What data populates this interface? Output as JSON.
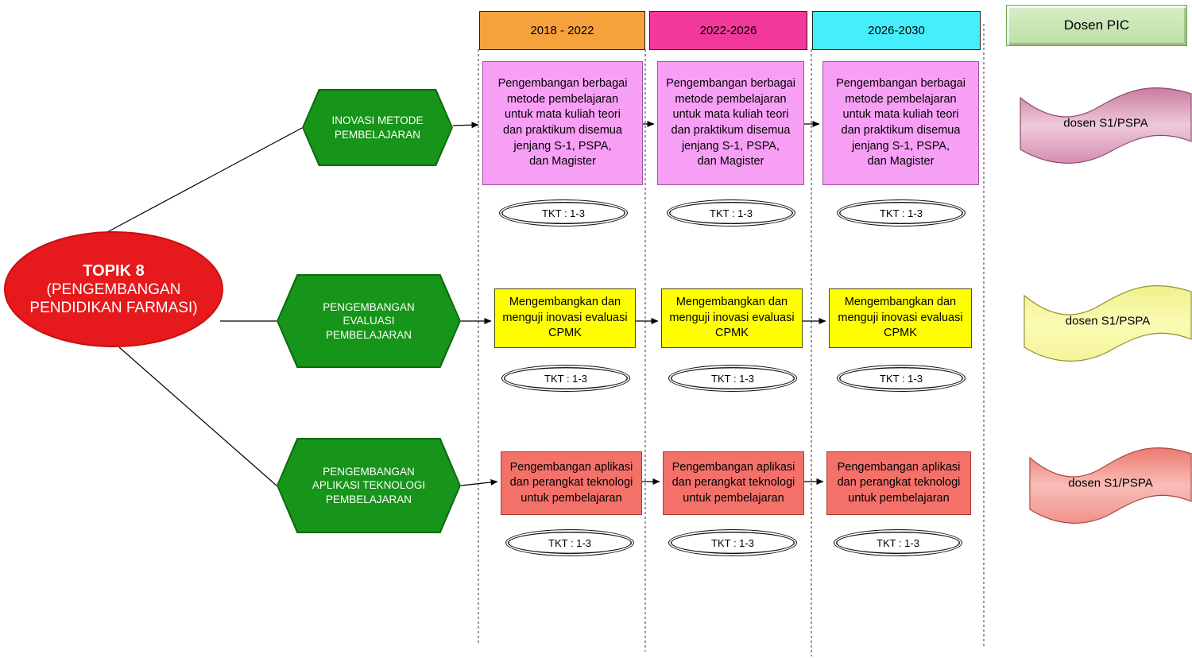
{
  "diagram": {
    "topic_ellipse": {
      "title": "TOPIK 8",
      "subtitle": "(PENGEMBANGAN PENDIDIKAN FARMASI)",
      "fill_color": "#E6191C"
    },
    "periods": [
      {
        "label": "2018 - 2022",
        "color": "#F5A13C"
      },
      {
        "label": "2022-2026",
        "color": "#F2399A"
      },
      {
        "label": "2026-2030",
        "color": "#45EEFB"
      }
    ],
    "pic_header": "Dosen PIC",
    "pic_header_color": "#C9E5B3",
    "rows": [
      {
        "hexagon": "INOVASI METODE PEMBELAJARAN",
        "hexagon_color": "#17941A",
        "cell_color": "#F79FF5",
        "cells": [
          "Pengembangan berbagai\nmetode pembelajaran\nuntuk mata kuliah teori\ndan praktikum disemua\njenjang S-1, PSPA,\ndan Magister",
          "Pengembangan berbagai\nmetode pembelajaran\nuntuk mata kuliah teori\ndan praktikum disemua\njenjang S-1, PSPA,\ndan Magister",
          "Pengembangan berbagai\nmetode pembelajaran\nuntuk mata kuliah teori\ndan praktikum disemua\njenjang S-1, PSPA,\ndan Magister"
        ],
        "tkt": [
          "TKT : 1-3",
          "TKT : 1-3",
          "TKT : 1-3"
        ],
        "pic": "dosen S1/PSPA",
        "pic_color": "#E4A9C6"
      },
      {
        "hexagon": "PENGEMBANGAN EVALUASI PEMBELAJARAN",
        "hexagon_color": "#17941A",
        "cell_color": "#FFFF00",
        "cells": [
          "Mengembangkan dan\nmenguji inovasi evaluasi\nCPMK",
          "Mengembangkan dan\nmenguji inovasi evaluasi\nCPMK",
          "Mengembangkan dan\nmenguji inovasi evaluasi\nCPMK"
        ],
        "tkt": [
          "TKT : 1-3",
          "TKT : 1-3",
          "TKT : 1-3"
        ],
        "pic": "dosen S1/PSPA",
        "pic_color": "#FAFA9E"
      },
      {
        "hexagon": "PENGEMBANGAN APLIKASI TEKNOLOGI PEMBELAJARAN",
        "hexagon_color": "#17941A",
        "cell_color": "#F4716A",
        "cells": [
          "Pengembangan aplikasi\ndan perangkat teknologi\nuntuk pembelajaran",
          "Pengembangan aplikasi\ndan perangkat teknologi\nuntuk pembelajaran",
          "Pengembangan aplikasi\ndan perangkat teknologi\nuntuk pembelajaran"
        ],
        "tkt": [
          "TKT : 1-3",
          "TKT : 1-3",
          "TKT : 1-3"
        ],
        "pic": "dosen S1/PSPA",
        "pic_color": "#F29C94"
      }
    ]
  }
}
